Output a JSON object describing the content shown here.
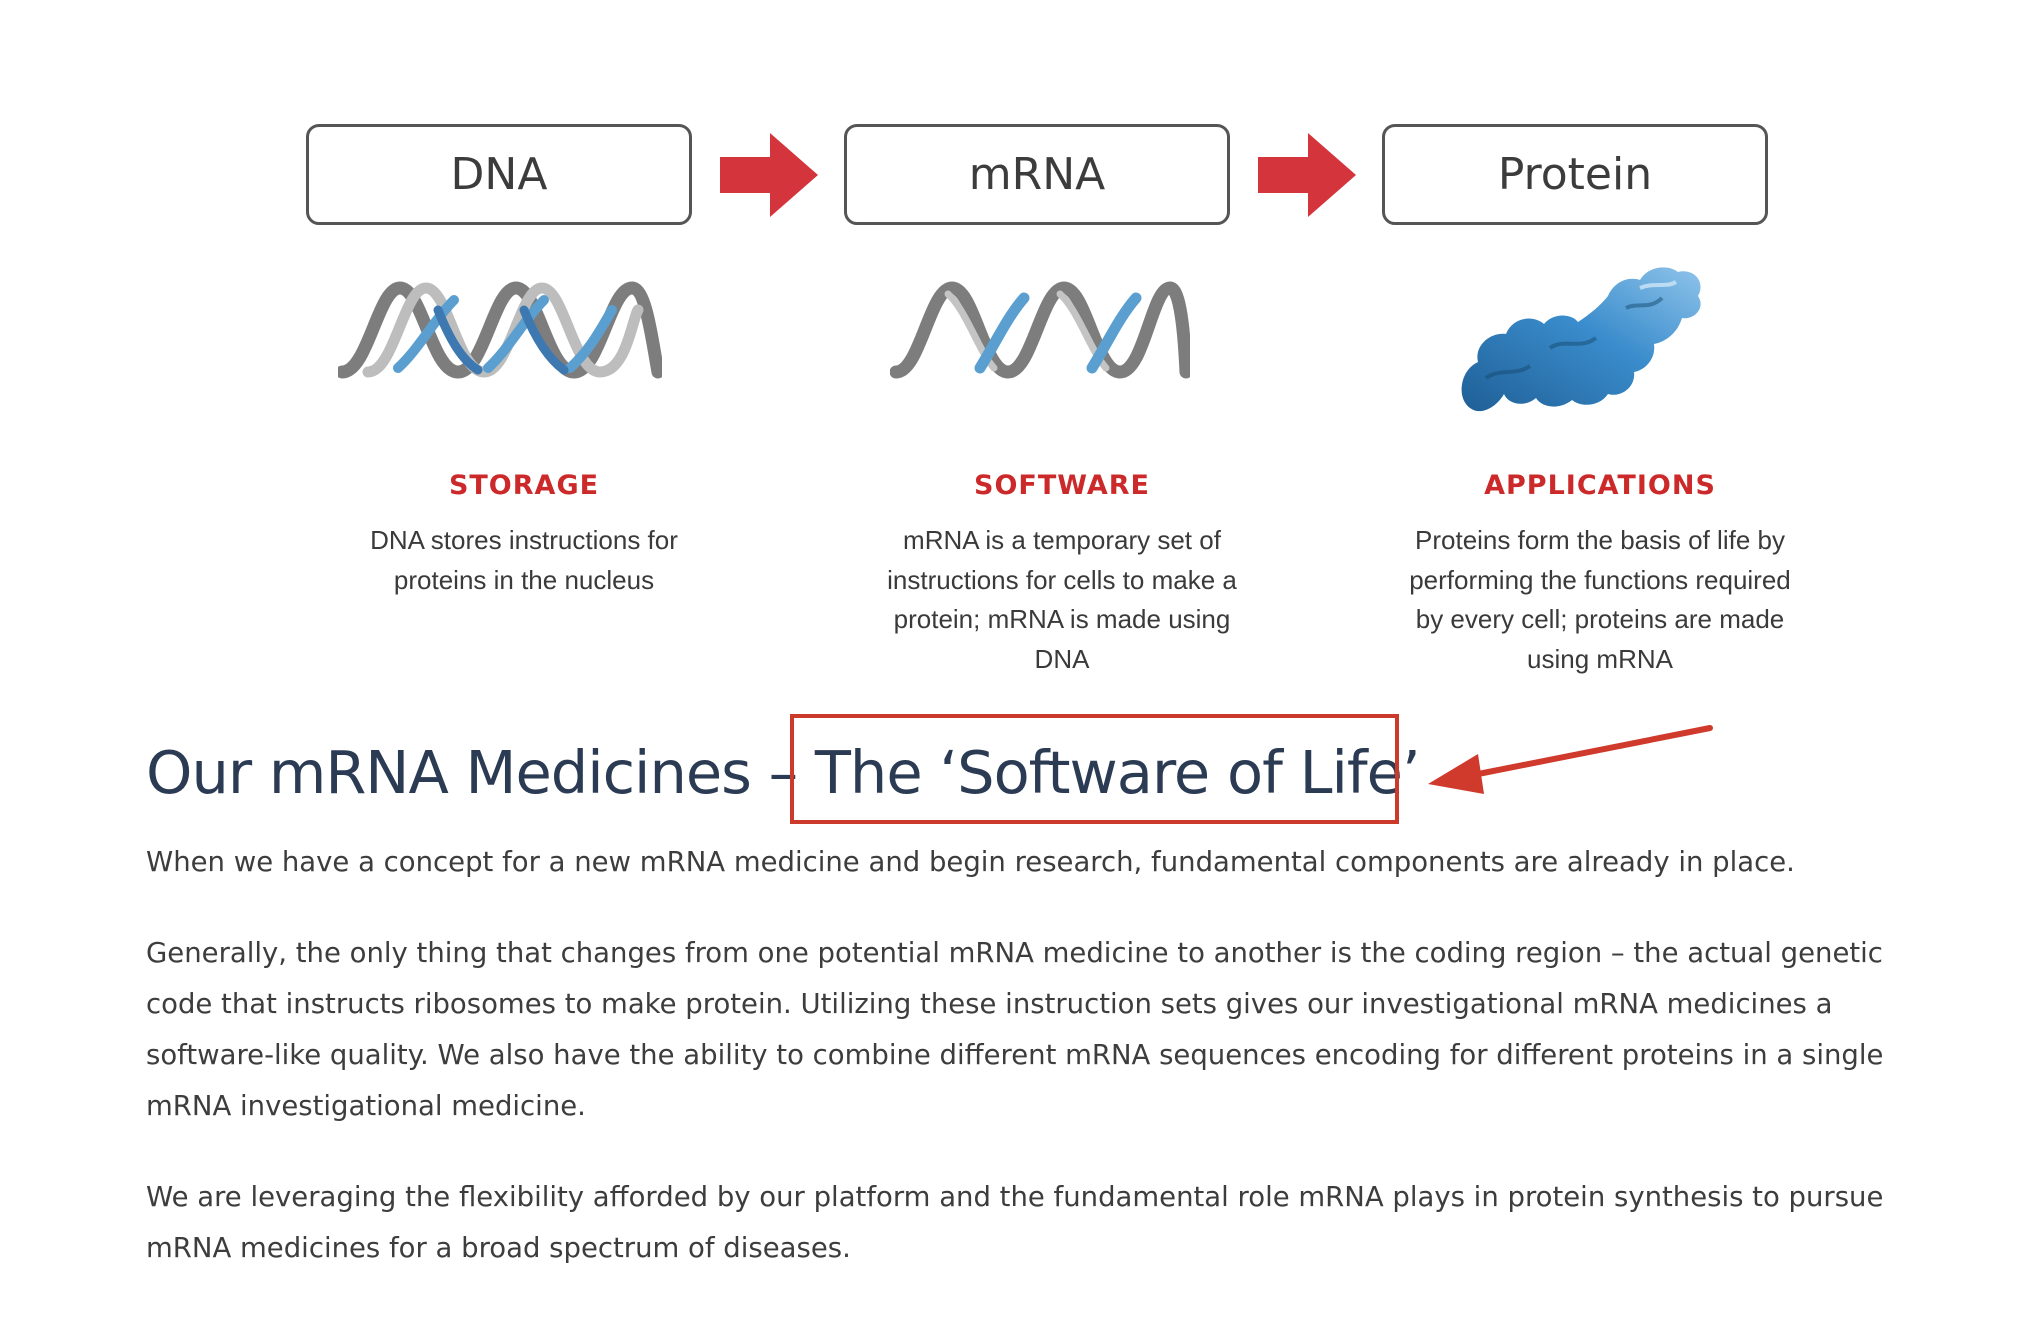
{
  "stages": [
    {
      "label": "DNA",
      "title": "STORAGE",
      "description": "DNA stores instructions for proteins in the nucleus"
    },
    {
      "label": "mRNA",
      "title": "SOFTWARE",
      "description": "mRNA is a temporary set of instructions for cells to make a protein; mRNA is made using DNA"
    },
    {
      "label": "Protein",
      "title": "APPLICATIONS",
      "description": "Proteins form the basis of life by performing the functions required by every cell; proteins are made using mRNA"
    }
  ],
  "heading": {
    "prefix": "Our mRNA Medicines – ",
    "highlight": "The ‘Software of Life’"
  },
  "paragraphs": [
    "When we have a concept for a new mRNA medicine and begin research, fundamental components are already in place.",
    "Generally, the only thing that changes from one potential mRNA medicine to another is the coding region – the actual genetic code that instructs ribosomes to make protein. Utilizing these instruction sets gives our investigational mRNA medicines a software-like quality. We also have the ability to combine different mRNA sequences encoding for different proteins in a single mRNA investigational medicine.",
    "We are leveraging the flexibility afforded by our platform and the fundamental role mRNA plays in protein synthesis to pursue mRNA medicines for a broad spectrum of diseases."
  ],
  "colors": {
    "accent_red": "#cc2a2a",
    "highlight_red": "#cc3a2c",
    "heading_navy": "#2b3b53",
    "helix_gray": "#8a8a8a",
    "helix_blue": "#5a9fd0",
    "protein_blue": "#2f7fbf"
  },
  "icons": [
    "dna-helix-icon",
    "mrna-strand-icon",
    "protein-blob-icon",
    "flow-arrow-icon",
    "annotation-arrow-icon"
  ]
}
